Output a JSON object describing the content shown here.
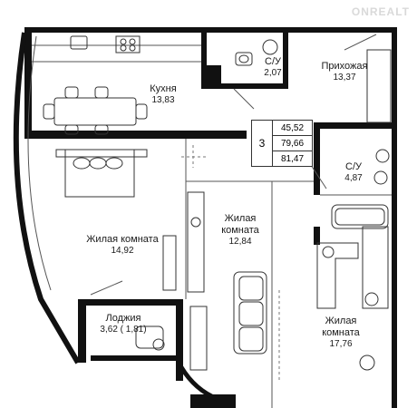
{
  "watermark": "ONREALT",
  "rooms": [
    {
      "name": "Кухня",
      "area": "13,83"
    },
    {
      "name": "С/У",
      "area": "2,07"
    },
    {
      "name": "Прихожая",
      "area": "13,37"
    },
    {
      "name": "С/У",
      "area": "4,87"
    },
    {
      "name": "Жилая комната",
      "area": "14,92"
    },
    {
      "name": "Жилая комната",
      "area": "12,84"
    },
    {
      "name": "Жилая комната",
      "area": "17,76"
    },
    {
      "name": "Лоджия",
      "area": "3,62 ( 1,81)"
    }
  ],
  "summary": {
    "rooms_count": "3",
    "living_area": "45,52",
    "total_area": "79,66",
    "total_with_loggia": "81,47"
  },
  "colors": {
    "wall": "#111111",
    "line": "#555555",
    "furniture": "#333333"
  }
}
